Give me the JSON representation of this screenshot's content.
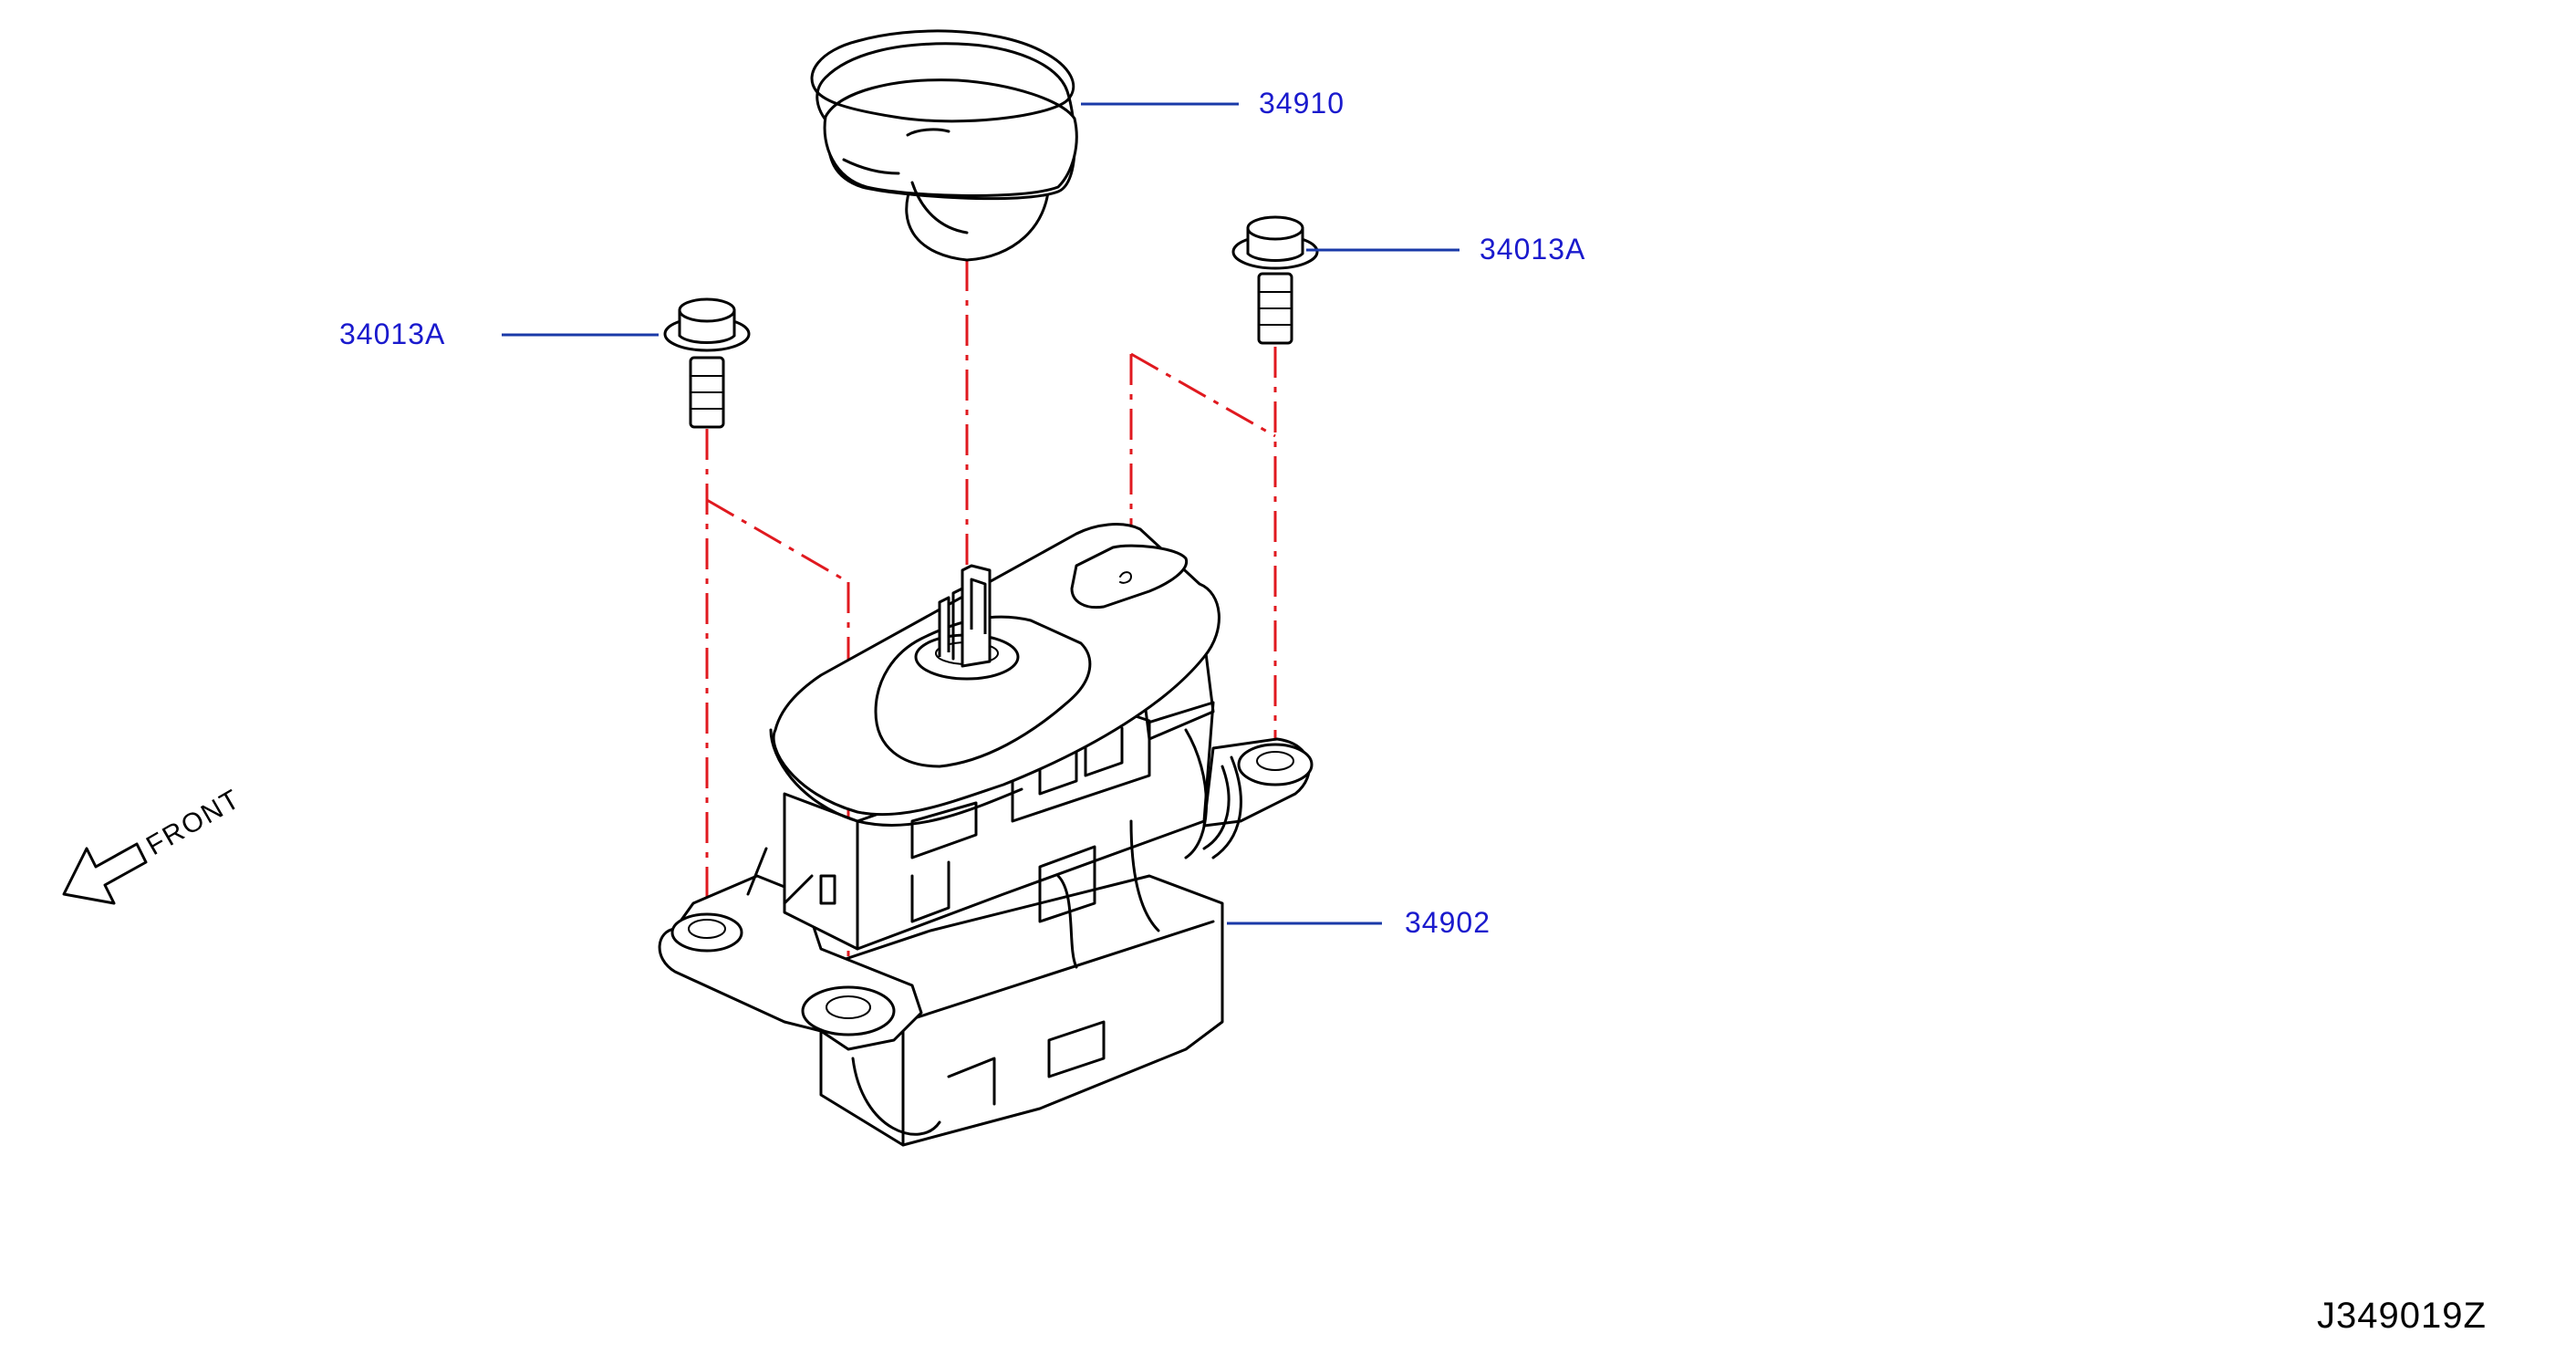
{
  "parts": {
    "knob": {
      "number": "34910"
    },
    "bolt_left": {
      "number": "34013A"
    },
    "bolt_right": {
      "number": "34013A"
    },
    "shifter_assembly": {
      "number": "34902"
    }
  },
  "orientation": {
    "label": "FRONT"
  },
  "diagram_id": "J349019Z",
  "colors": {
    "part_number": "#1a1acd",
    "leader": "#1a3aa8",
    "phantom_line": "#e0191f",
    "ink": "#000000"
  }
}
